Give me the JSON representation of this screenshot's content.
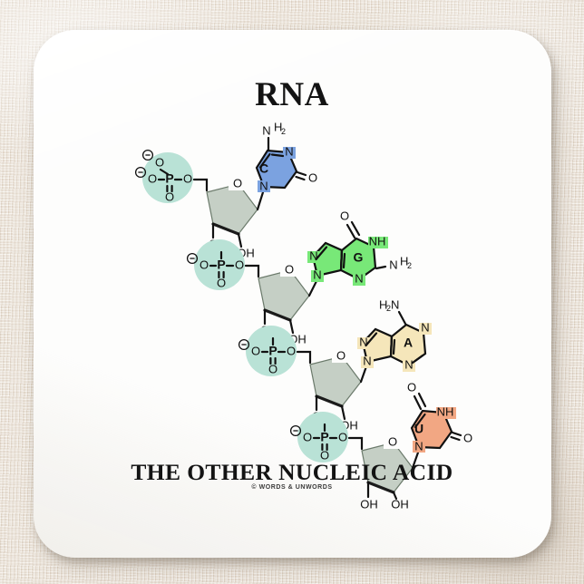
{
  "product": {
    "type": "square-coaster",
    "surface_color": "#fdfdfc",
    "table_color": "#e7ddd0"
  },
  "header": {
    "title": "RNA"
  },
  "footer": {
    "tagline": "THE OTHER NUCLEIC ACID",
    "credit": "© WORDS & UNWORDS"
  },
  "diagram": {
    "name": "rna-single-strand-structure",
    "colors": {
      "cytosine": "#7ba2e0",
      "guanine": "#78e878",
      "adenine": "#f5e6ba",
      "uracil": "#f2a783",
      "ribose": "#c5cfc5",
      "phosphate_halo": "#b9e2d6",
      "bond": "#111111"
    },
    "bases": [
      {
        "code": "C",
        "name": "cytosine",
        "color": "#7ba2e0",
        "labels": [
          "NH2",
          "N",
          "N",
          "O"
        ]
      },
      {
        "code": "G",
        "name": "guanine",
        "color": "#78e878",
        "labels": [
          "O",
          "NH",
          "NH2",
          "N",
          "N",
          "N"
        ]
      },
      {
        "code": "A",
        "name": "adenine",
        "color": "#f5e6ba",
        "labels": [
          "H2N",
          "N",
          "N",
          "N",
          "N"
        ]
      },
      {
        "code": "U",
        "name": "uracil",
        "color": "#f2a783",
        "labels": [
          "O",
          "NH",
          "O",
          "N"
        ]
      }
    ],
    "phosphates": [
      {
        "id": "p1",
        "terminal": true,
        "label": "P",
        "charges": 2,
        "oxygens": [
          "O",
          "O",
          "O",
          "O"
        ]
      },
      {
        "id": "p2",
        "terminal": false,
        "label": "P",
        "charges": 1,
        "oxygens": [
          "O",
          "O",
          "O",
          "O"
        ]
      },
      {
        "id": "p3",
        "terminal": false,
        "label": "P",
        "charges": 1,
        "oxygens": [
          "O",
          "O",
          "O",
          "O"
        ]
      },
      {
        "id": "p4",
        "terminal": false,
        "label": "P",
        "charges": 1,
        "oxygens": [
          "O",
          "O",
          "O",
          "O"
        ]
      }
    ],
    "riboses": [
      {
        "id": "r1",
        "ring_oxygen": "O",
        "hydroxyls": [
          "OH"
        ]
      },
      {
        "id": "r2",
        "ring_oxygen": "O",
        "hydroxyls": [
          "OH"
        ]
      },
      {
        "id": "r3",
        "ring_oxygen": "O",
        "hydroxyls": [
          "OH"
        ]
      },
      {
        "id": "r4",
        "ring_oxygen": "O",
        "hydroxyls": [
          "OH",
          "OH"
        ]
      }
    ],
    "atom_labels": {
      "O": "O",
      "P": "P",
      "N": "N",
      "NH": "NH",
      "OH": "OH",
      "NH2_base": "NH",
      "NH2_sub": "2",
      "H2N_pre": "H",
      "H2N_sub": "2",
      "H2N_post": "N",
      "minus": "⊖"
    }
  }
}
